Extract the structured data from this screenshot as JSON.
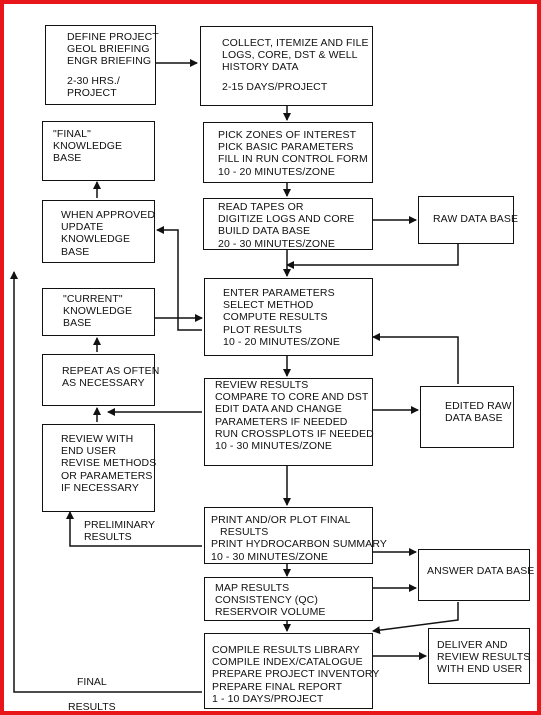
{
  "boxes": {
    "define_project": [
      "DEFINE PROJECT",
      "GEOL BRIEFING",
      "ENGR BRIEFING",
      "",
      "2-30 HRS./",
      "PROJECT"
    ],
    "collect": [
      "COLLECT, ITEMIZE AND FILE",
      "LOGS, CORE, DST & WELL",
      "HISTORY DATA",
      "",
      "2-15 DAYS/PROJECT"
    ],
    "final_kb": [
      "\"FINAL\"",
      "KNOWLEDGE",
      "BASE"
    ],
    "pick_zones": [
      "PICK ZONES OF INTEREST",
      "PICK BASIC PARAMETERS",
      "FILL IN RUN CONTROL FORM",
      "10 - 20 MINUTES/ZONE"
    ],
    "when_approved": [
      "WHEN APPROVED",
      "UPDATE",
      "KNOWLEDGE",
      "BASE"
    ],
    "read_tapes": [
      "READ TAPES OR",
      "DIGITIZE LOGS AND CORE",
      "BUILD DATA BASE",
      "20 - 30 MINUTES/ZONE"
    ],
    "raw_db": [
      "RAW DATA BASE"
    ],
    "current_kb": [
      "\"CURRENT\"",
      "KNOWLEDGE",
      "BASE"
    ],
    "enter_params": [
      "ENTER PARAMETERS",
      "SELECT METHOD",
      "COMPUTE RESULTS",
      "PLOT RESULTS",
      "10 - 20 MINUTES/ZONE"
    ],
    "repeat": [
      "REPEAT AS OFTEN",
      "AS NECESSARY"
    ],
    "review_results": [
      "REVIEW RESULTS",
      "COMPARE TO CORE AND DST",
      "EDIT DATA AND CHANGE",
      "PARAMETERS IF NEEDED",
      "RUN CROSSPLOTS IF NEEDED",
      "10 - 30 MINUTES/ZONE"
    ],
    "edited_raw": [
      "EDITED RAW",
      "DATA BASE"
    ],
    "review_with": [
      "REVIEW WITH",
      "END USER",
      "REVISE METHODS",
      "OR PARAMETERS",
      "IF NECESSARY"
    ],
    "print_plot": [
      "PRINT AND/OR PLOT FINAL",
      "   RESULTS",
      "PRINT HYDROCARBON SUMMARY",
      "10 - 30 MINUTES/ZONE"
    ],
    "answer_db": [
      "ANSWER DATA BASE"
    ],
    "map_results": [
      "MAP RESULTS",
      "CONSISTENCY (QC)",
      "RESERVOIR VOLUME"
    ],
    "compile": [
      "COMPILE RESULTS LIBRARY",
      "COMPILE INDEX/CATALOGUE",
      "PREPARE PROJECT INVENTORY",
      "PREPARE FINAL REPORT",
      "1 - 10 DAYS/PROJECT"
    ],
    "deliver": [
      "DELIVER AND",
      "REVIEW RESULTS",
      "WITH END USER"
    ]
  },
  "labels": {
    "preliminary_1": "PRELIMINARY",
    "preliminary_2": "RESULTS",
    "final_1": "FINAL",
    "final_2": "RESULTS"
  }
}
